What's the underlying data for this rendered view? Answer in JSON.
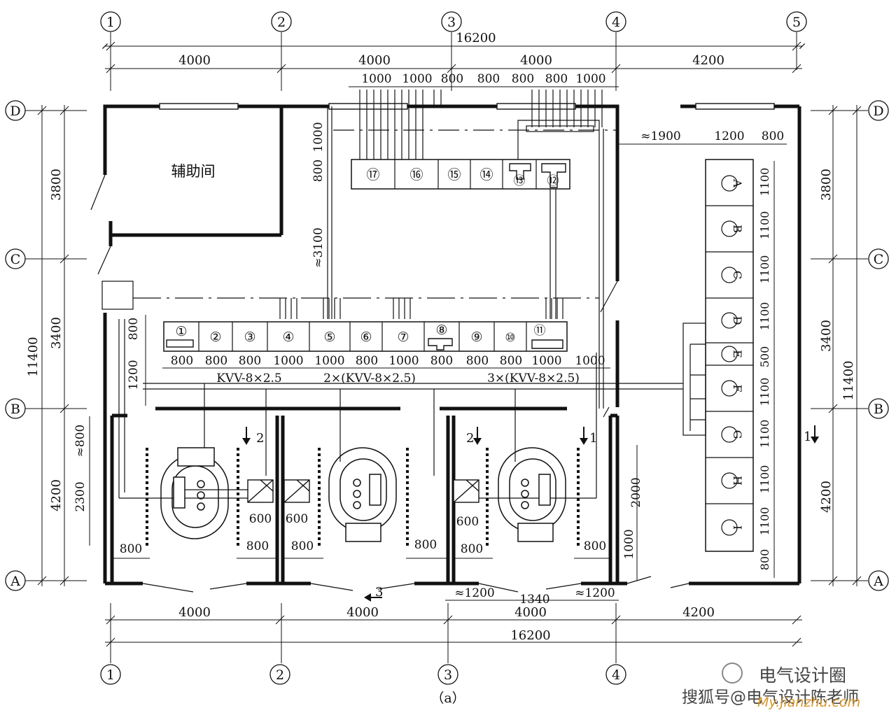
{
  "axes_top": [
    "1",
    "2",
    "3",
    "4",
    "5"
  ],
  "axes_bottom": [
    "1",
    "2",
    "3",
    "4"
  ],
  "axes_left": [
    "D",
    "C",
    "B",
    "A"
  ],
  "axes_right": [
    "D",
    "C",
    "B",
    "A"
  ],
  "dims": {
    "top_total": "16200",
    "top_spans": [
      "4000",
      "4000",
      "4000",
      "4200"
    ],
    "top_cables": [
      "1000",
      "1000",
      "800",
      "800",
      "800",
      "800",
      "1000"
    ],
    "bottom_spans": [
      "4000",
      "4000",
      "4000",
      "4200"
    ],
    "bottom_total": "16200",
    "left_total": "11400",
    "left_spans": [
      "3800",
      "3400",
      "4200"
    ],
    "right_total": "11400",
    "right_spans": [
      "3800",
      "3400",
      "4200"
    ],
    "panel_row": [
      "800",
      "800",
      "800",
      "1000",
      "1000",
      "800",
      "1000",
      "800",
      "800",
      "800",
      "1000",
      "1000"
    ],
    "lv_vertical": [
      "1100",
      "1100",
      "1100",
      "1100",
      "500",
      "1100",
      "1100",
      "1100",
      "1100",
      "800"
    ],
    "corridor_vertical": [
      "1000",
      "800",
      "≈3100"
    ],
    "left_panel_vertical": [
      "800",
      "1200"
    ],
    "left_bay": [
      "≈800",
      "2300"
    ],
    "right_top_row": [
      "≈1900",
      "1200",
      "800"
    ],
    "bay_widths": [
      "800",
      "800",
      "800",
      "800",
      "800",
      "800"
    ],
    "transformer_clear": [
      "600",
      "600",
      "600"
    ],
    "right_wall_vertical": [
      "2000",
      "1000"
    ],
    "bottom_doors": [
      "≈1200",
      "1340",
      "≈1200"
    ]
  },
  "room_label": "辅助间",
  "panels_top": [
    "⑰",
    "⑯",
    "⑮",
    "⑭",
    "⑬",
    "⑫"
  ],
  "panels_mid": [
    "①",
    "②",
    "③",
    "④",
    "⑤",
    "⑥",
    "⑦",
    "⑧",
    "⑨",
    "⑩",
    "⑪"
  ],
  "panels_right": [
    "A",
    "B",
    "C",
    "D",
    "E",
    "F",
    "G",
    "H",
    "I"
  ],
  "cables": [
    "KVV-8×2.5",
    "2×(KVV-8×2.5)",
    "3×(KVV-8×2.5)"
  ],
  "sections": [
    "2",
    "2",
    "1",
    "1",
    "3"
  ],
  "caption": "（a）",
  "watermark": {
    "line1": "电气设计圈",
    "line2": "搜狐号@电气设计陈老师",
    "line3": "My.jianzhu.com"
  }
}
